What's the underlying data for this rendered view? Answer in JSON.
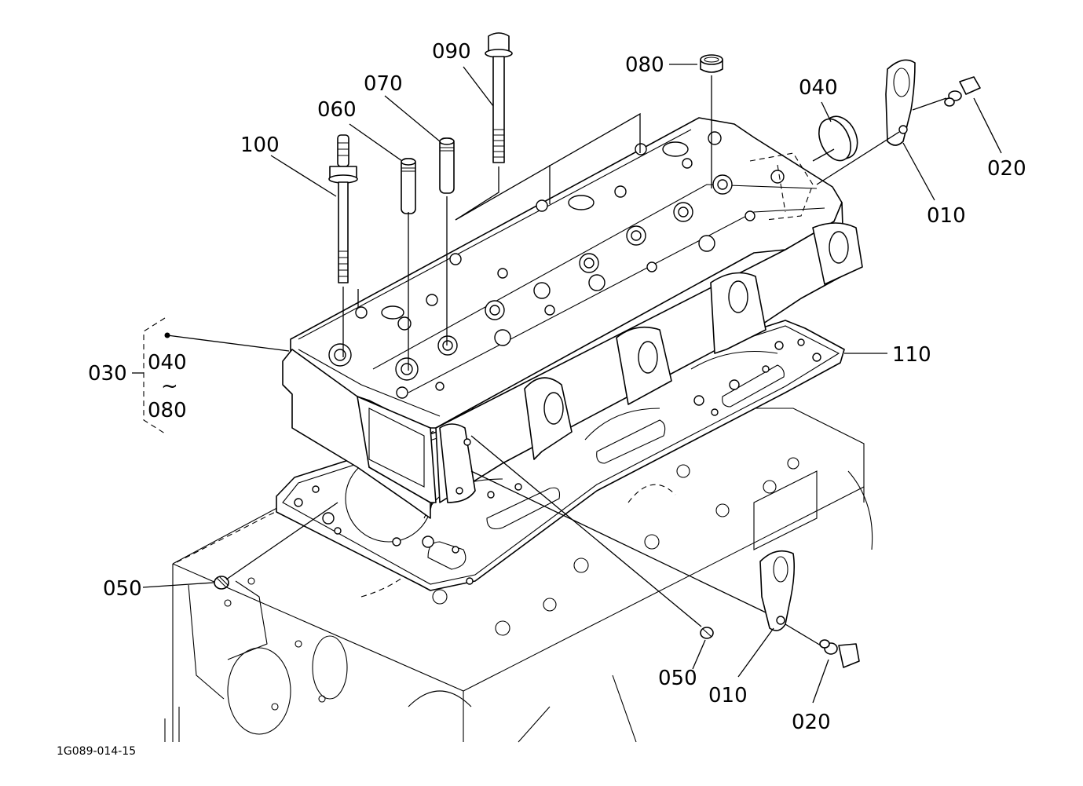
{
  "diagram": {
    "title": "Cylinder head exploded parts view",
    "reference_code": "1G089-014-15",
    "assembly_group": {
      "label": "030",
      "range_start": "040",
      "range_symbol": "~",
      "range_end": "080"
    },
    "callouts": [
      {
        "id": "c100",
        "label": "100",
        "part": "head stud bolt"
      },
      {
        "id": "c060",
        "label": "060",
        "part": "valve guide"
      },
      {
        "id": "c070",
        "label": "070",
        "part": "valve guide"
      },
      {
        "id": "c090",
        "label": "090",
        "part": "head bolt"
      },
      {
        "id": "c080",
        "label": "080",
        "part": "seal cap"
      },
      {
        "id": "c040",
        "label": "040",
        "part": "plug cap"
      },
      {
        "id": "c010-top",
        "label": "010",
        "part": "lifting hook"
      },
      {
        "id": "c020-top",
        "label": "020",
        "part": "bolt"
      },
      {
        "id": "c110",
        "label": "110",
        "part": "cylinder head gasket"
      },
      {
        "id": "c050-left",
        "label": "050",
        "part": "pin"
      },
      {
        "id": "c050-right",
        "label": "050",
        "part": "pin"
      },
      {
        "id": "c010-bottom",
        "label": "010",
        "part": "lifting hook"
      },
      {
        "id": "c020-bottom",
        "label": "020",
        "part": "bolt"
      }
    ]
  }
}
